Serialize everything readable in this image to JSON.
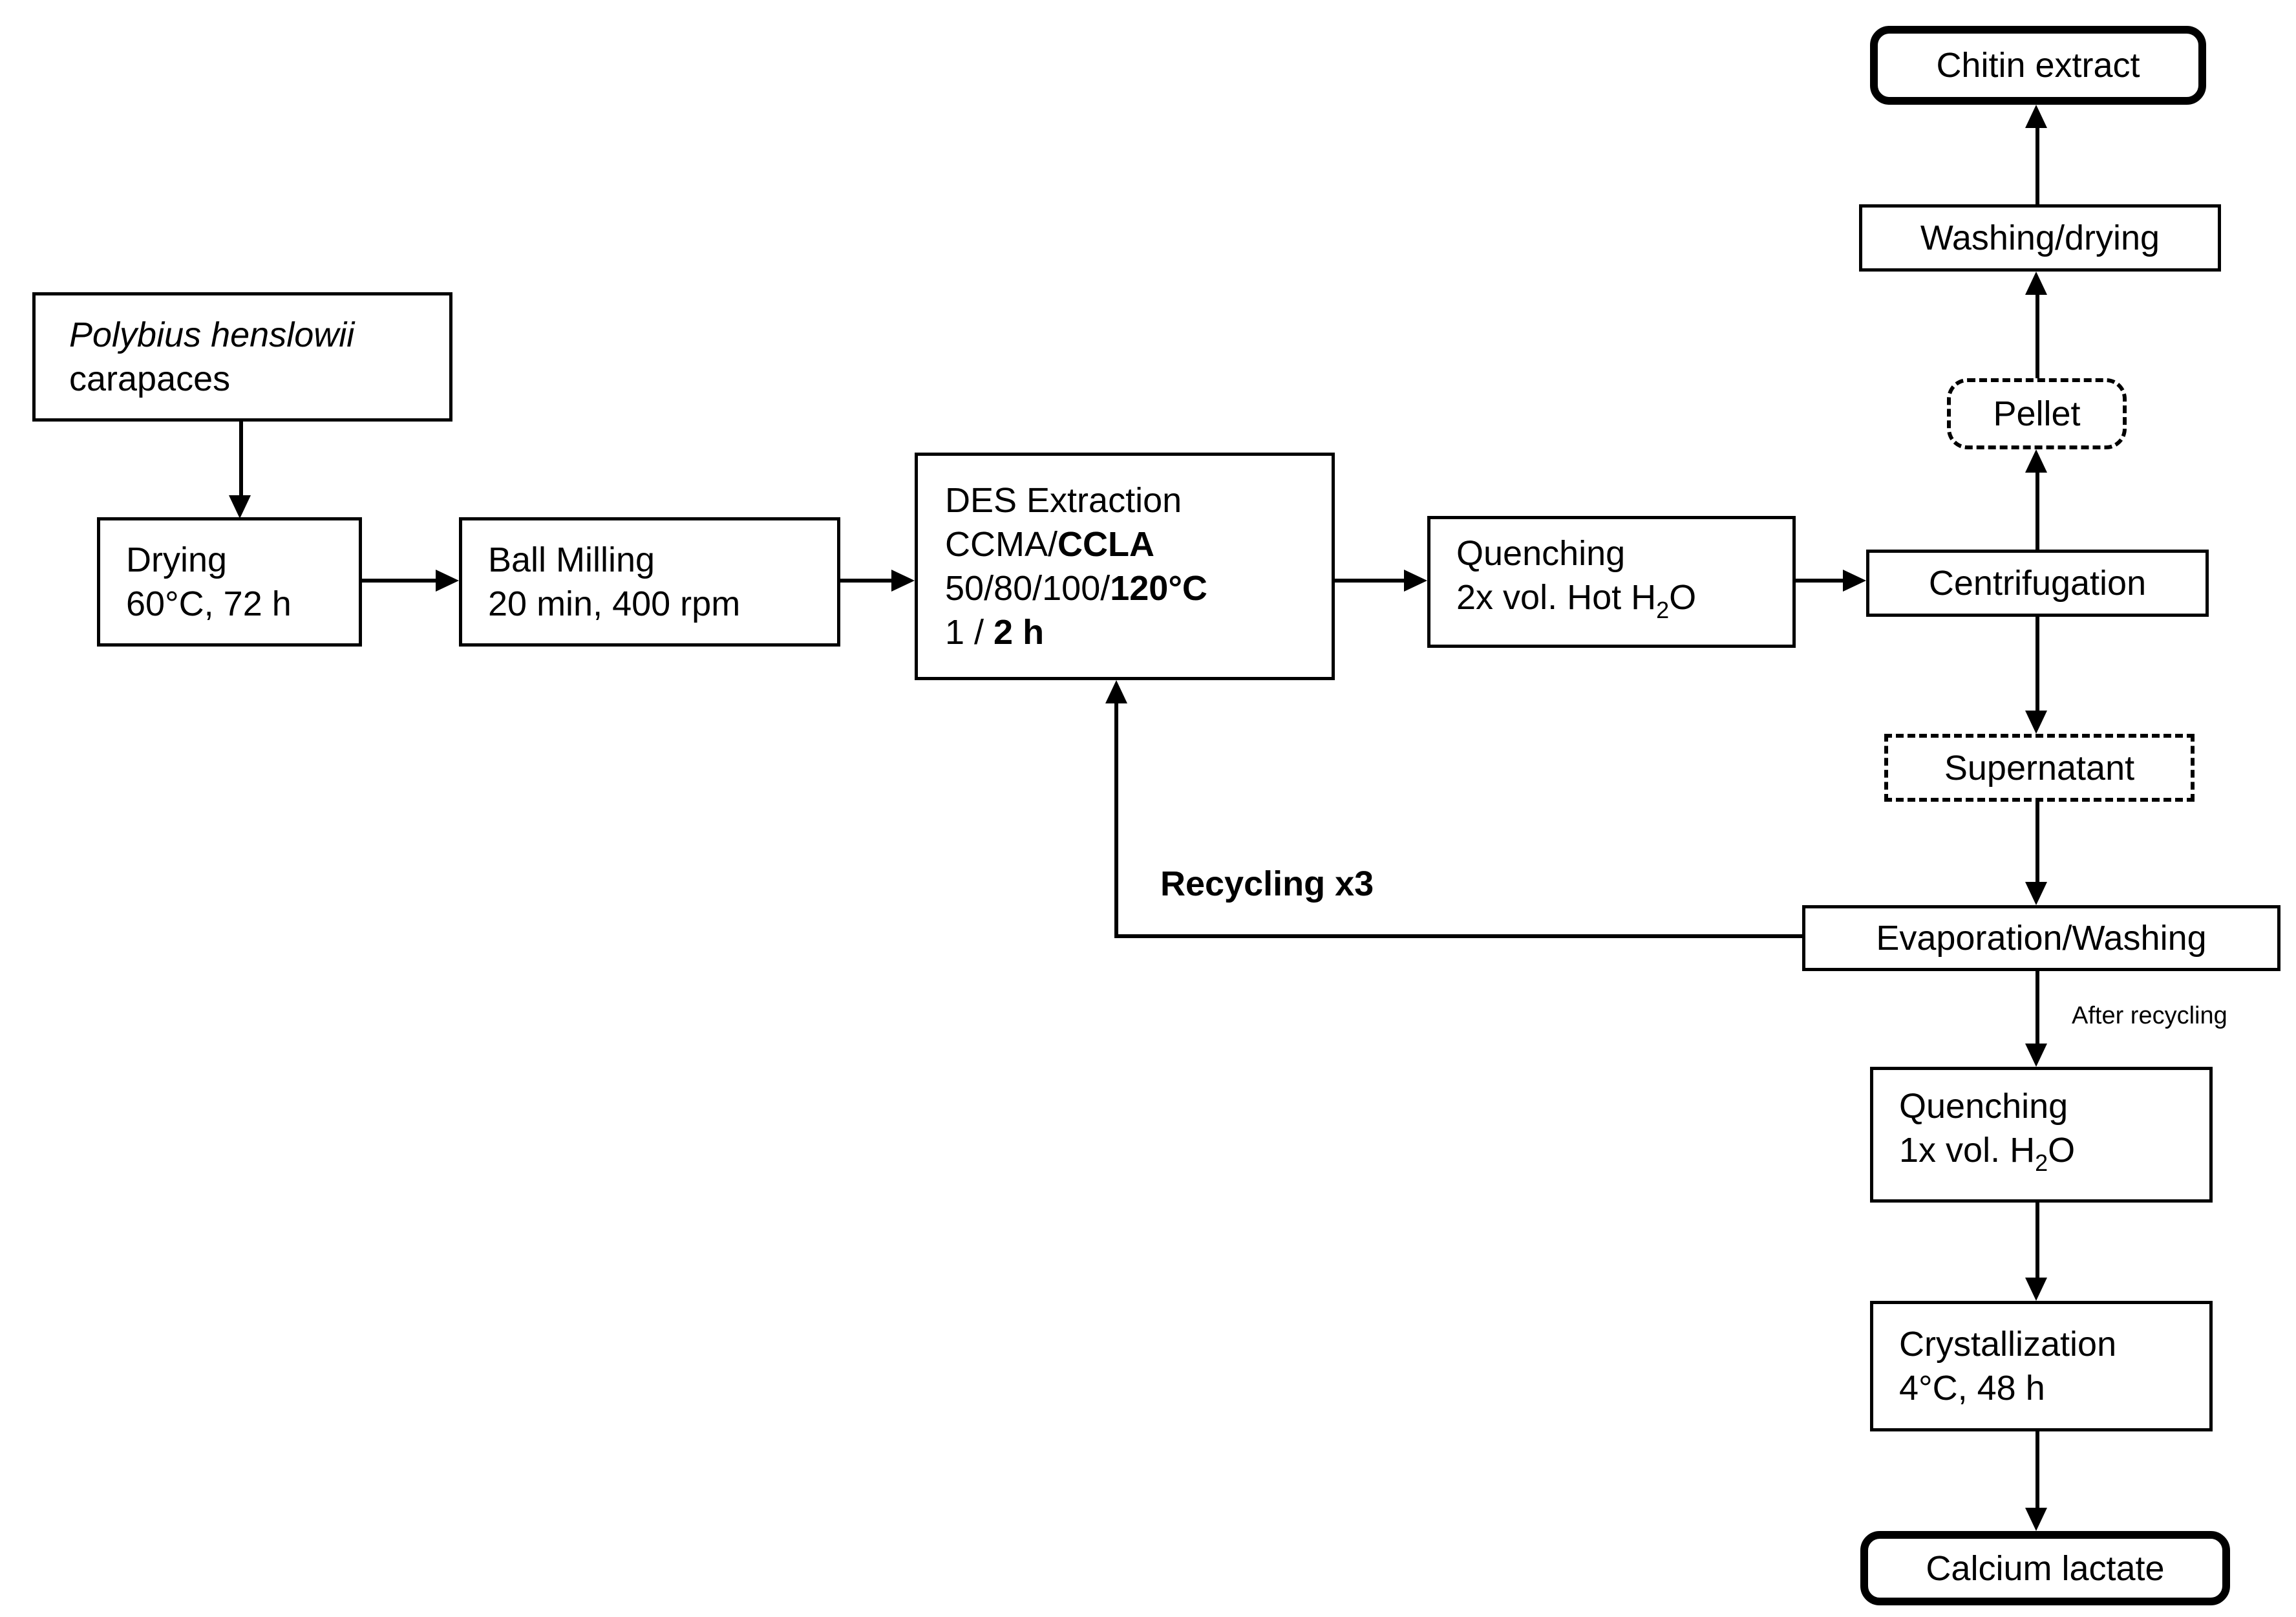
{
  "diagram": {
    "title_hint": "Chitin extraction process flowchart",
    "colors": {
      "background": "#ffffff",
      "line": "#000000",
      "text": "#000000"
    },
    "nodes": {
      "polybius": {
        "line1_italic": "Polybius henslowii",
        "line2": "carapaces"
      },
      "drying": {
        "line1": "Drying",
        "line2": "60°C, 72 h"
      },
      "ball_milling": {
        "line1": "Ball Milling",
        "line2": "20 min, 400 rpm"
      },
      "des_extraction": {
        "line1": "DES Extraction",
        "line2_pre": "CCMA/",
        "line2_bold": "CCLA",
        "line3_pre": "50/80/100/",
        "line3_bold": "120°C",
        "line4_pre": "1 / ",
        "line4_bold": "2 h"
      },
      "quenching_hot": {
        "line1": "Quenching",
        "line2_pre": "2x vol. Hot H",
        "line2_sub": "2",
        "line2_post": "O"
      },
      "centrifugation": {
        "label": "Centrifugation"
      },
      "pellet": {
        "label": "Pellet"
      },
      "washing_drying": {
        "label": "Washing/drying"
      },
      "chitin_extract": {
        "label": "Chitin extract"
      },
      "supernatant": {
        "label": "Supernatant"
      },
      "evaporation_washing": {
        "label": "Evaporation/Washing"
      },
      "quenching_water": {
        "line1": "Quenching",
        "line2_pre": "1x vol. H",
        "line2_sub": "2",
        "line2_post": "O"
      },
      "crystallization": {
        "line1": "Crystallization",
        "line2": "4°C, 48 h"
      },
      "calcium_lactate": {
        "label": "Calcium lactate"
      }
    },
    "labels": {
      "recycling": "Recycling x3",
      "after_recycling": "After recycling"
    }
  }
}
